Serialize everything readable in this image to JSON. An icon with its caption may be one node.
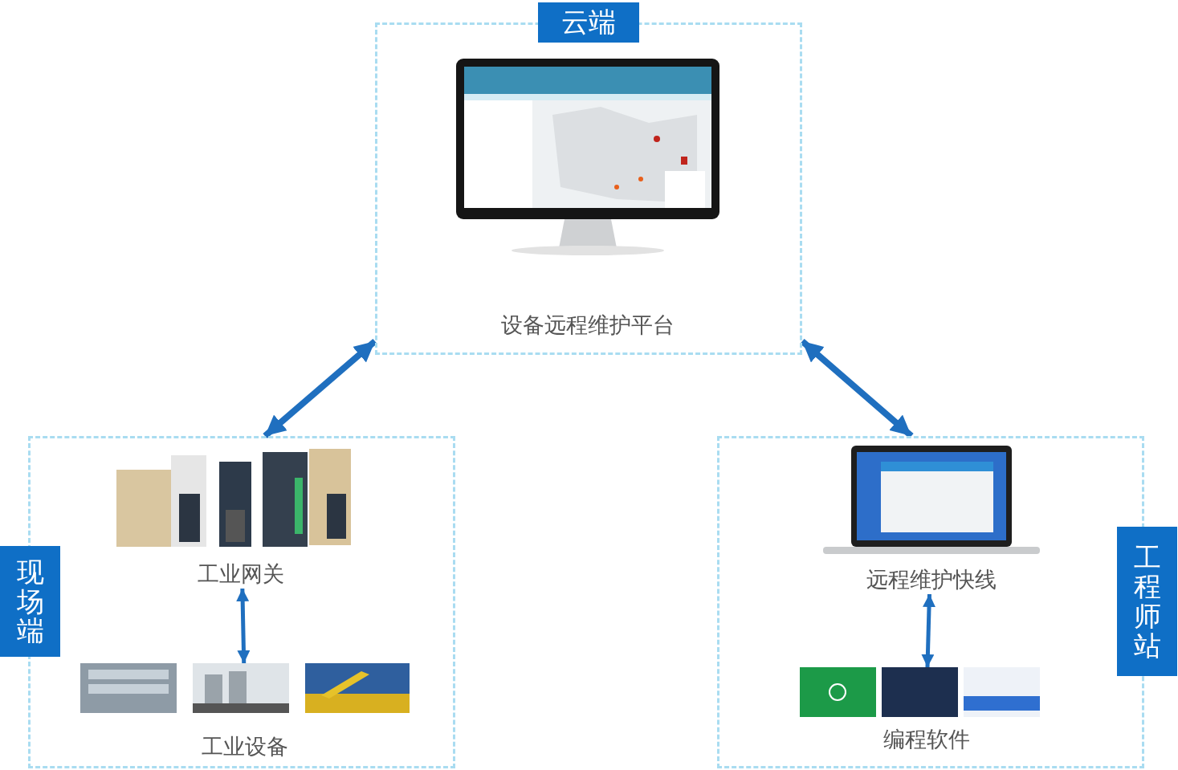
{
  "diagram": {
    "nodes": [
      {
        "text": [
          "云端"
        ]
      },
      {
        "text": [],
        "shape": "picture",
        "in": 0,
        "beside": [
          "设备远程维护平台"
        ]
      },
      {
        "text": [
          "现场端"
        ]
      },
      {
        "text": [],
        "shape": "picture",
        "in": 2,
        "beside": [
          "工业网关"
        ]
      },
      {
        "text": [],
        "shape": "picture",
        "in": 2,
        "beside": [
          "工业设备"
        ]
      },
      {
        "text": [
          "工程师站"
        ]
      },
      {
        "text": [],
        "shape": "picture",
        "in": 5,
        "beside": [
          "远程维护快线"
        ]
      },
      {
        "text": [],
        "shape": "picture",
        "in": 5,
        "beside": [
          "编程软件"
        ]
      }
    ],
    "edges": [
      {
        "from": 0,
        "to": 2,
        "arrow": "both"
      },
      {
        "from": 0,
        "to": 5,
        "arrow": "both"
      },
      {
        "from": 3,
        "to": 4,
        "arrow": "both"
      },
      {
        "from": 6,
        "to": 7,
        "arrow": "both"
      }
    ]
  }
}
